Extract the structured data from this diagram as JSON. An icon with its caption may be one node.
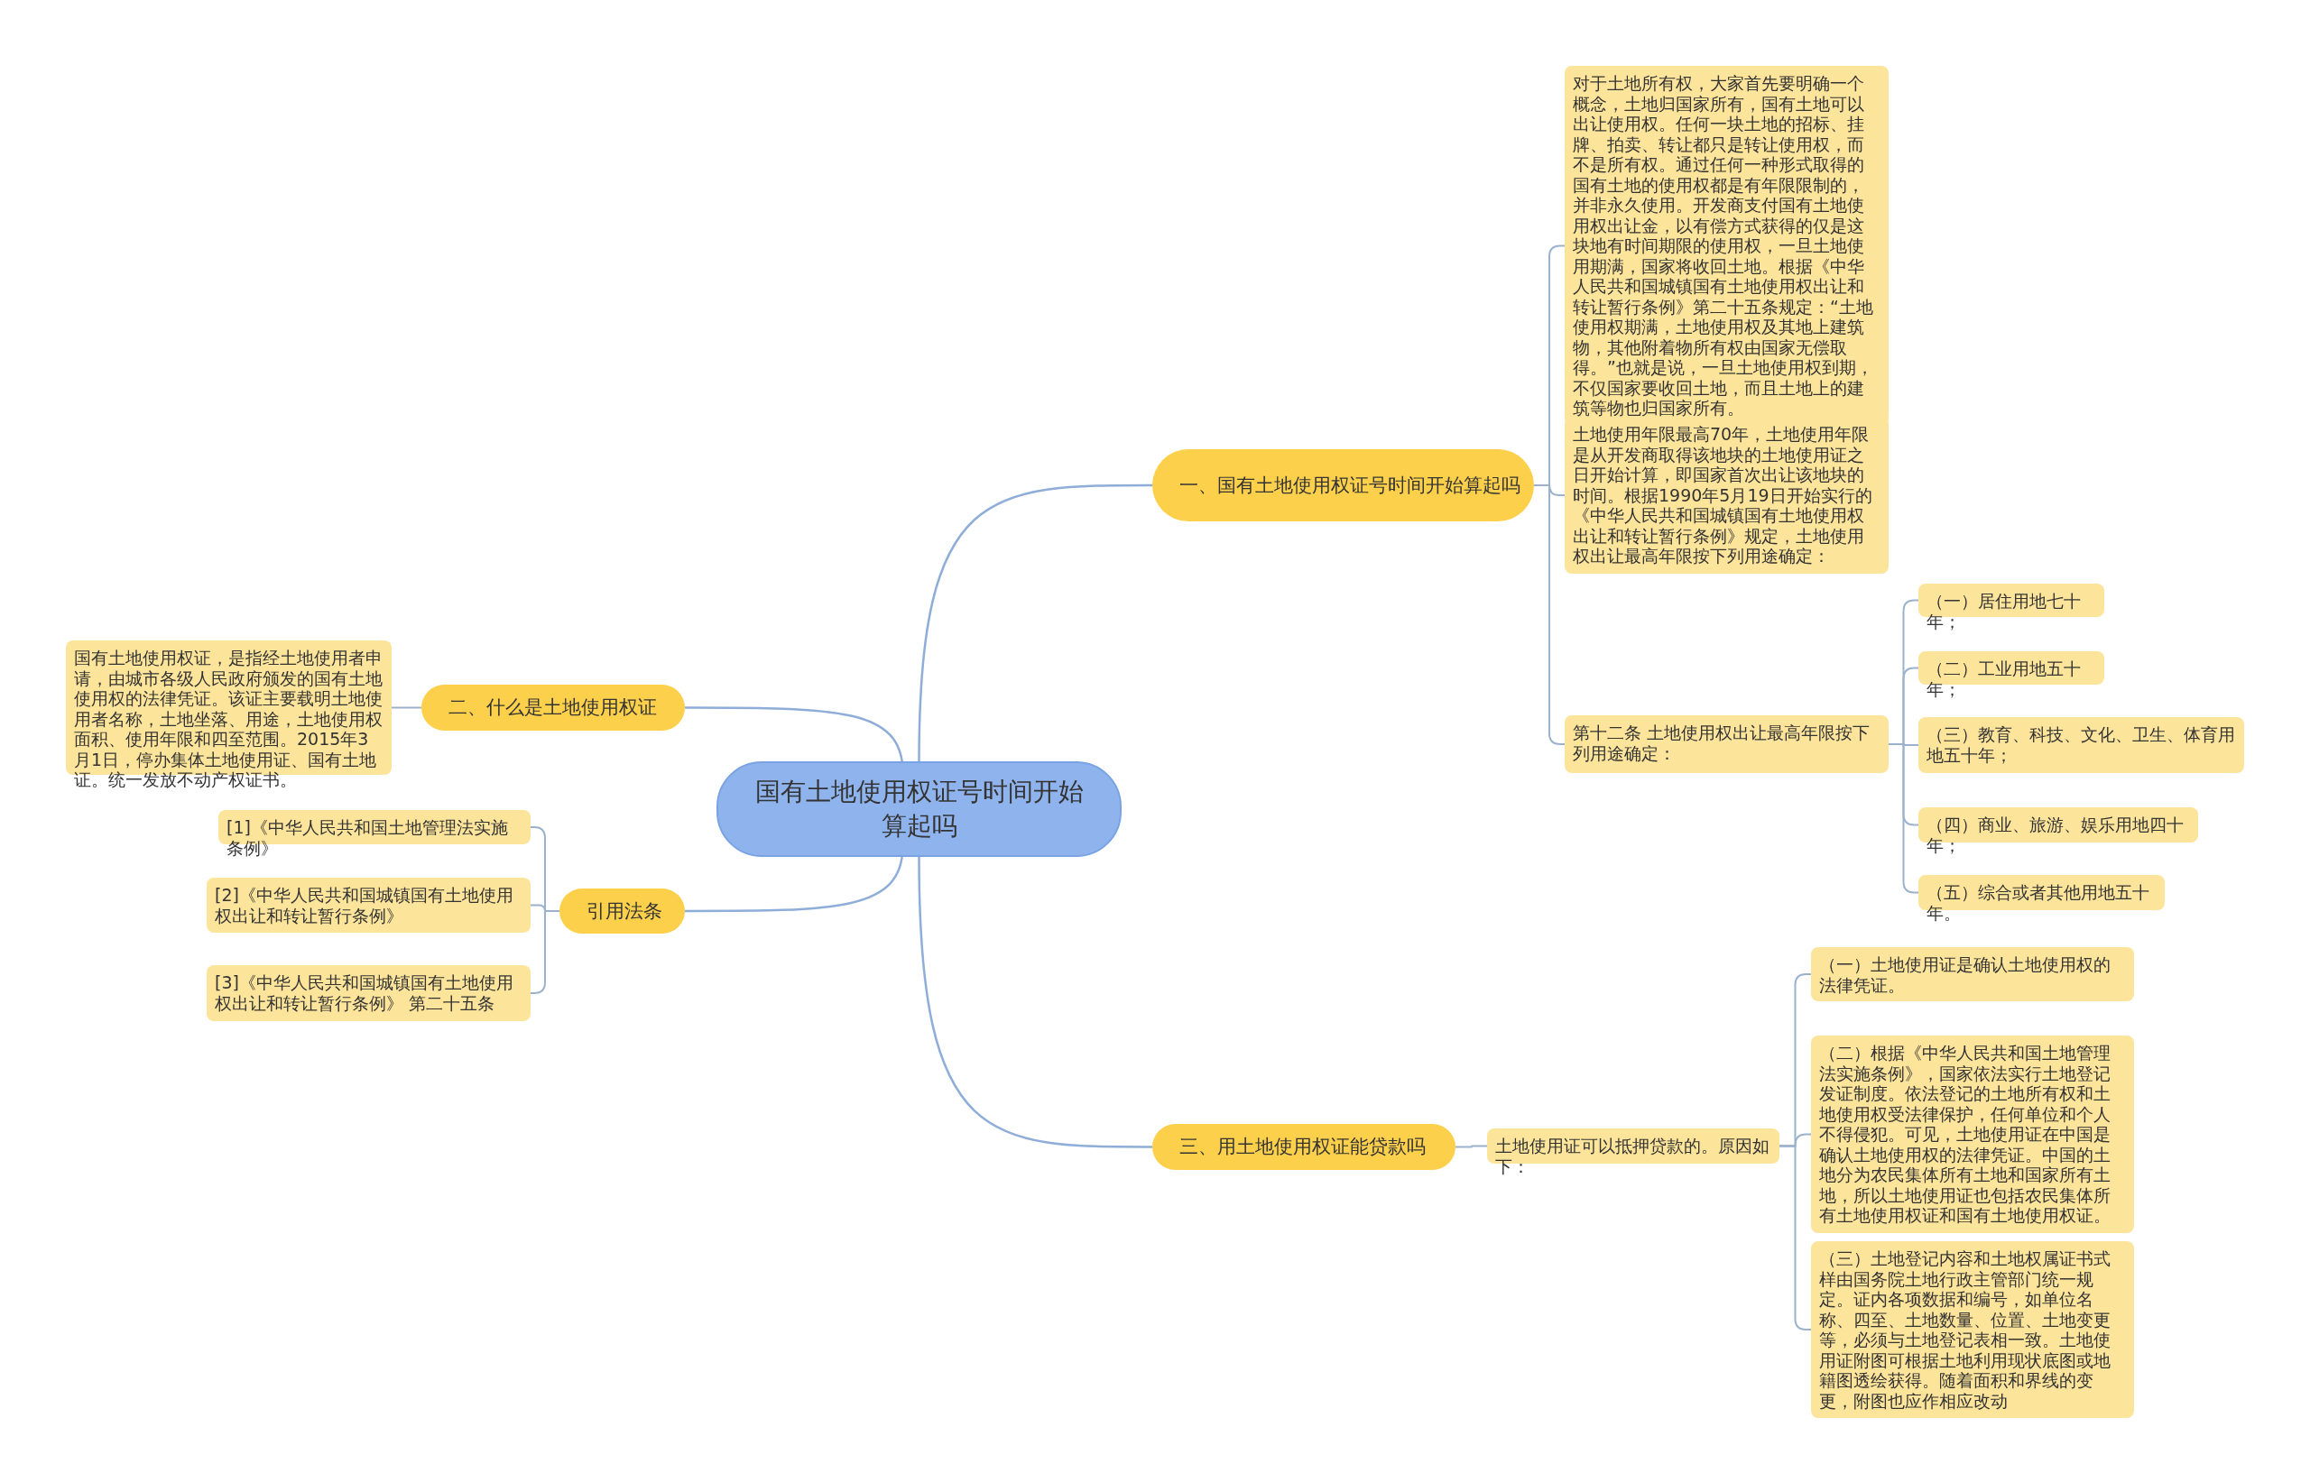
{
  "diagram": {
    "nodes": [
      {
        "text": [
          "国有土地使用权证号时间开始算起吗"
        ]
      },
      {
        "text": [
          "一、国有土地使用权证号时间开始算起吗"
        ]
      },
      {
        "text": [
          "对于土地所有权，大家首先要明确一个概念，土地归国家所有，国有土地可以出让使用权。任何一块土地的招标、挂牌、拍卖、转让都只是转让使用权，而不是所有权。通过任何一种形式取得的国有土地的使用权都是有年限限制的，并非永久使用。开发商支付国有土地使用权出让金，以有偿方式获得的仅是这块地有时间期限的使用权，一旦土地使用期满，国家将收回土地。根据《中华人民共和国城镇国有土地使用权出让和转让暂行条例》第二十五条规定：“土地使用权期满，土地使用权及其地上建筑物，其他附着物所有权由国家无偿取得。”也就是说，一旦土地使用权到期，不仅国家要收回土地，而且土地上的建筑等物也归国家所有。"
        ]
      },
      {
        "text": [
          "土地使用年限最高70年，土地使用年限是从开发商取得该地块的土地使用证之日开始计算，即国家首次出让该地块的时间。根据1990年5月19日开始实行的《中华人民共和国城镇国有土地使用权出让和转让暂行条例》规定，土地使用权出让最高年限按下列用途确定："
        ]
      },
      {
        "text": [
          "第十二条 土地使用权出让最高年限按下列用途确定："
        ]
      },
      {
        "text": [
          "（一）居住用地七十年；"
        ]
      },
      {
        "text": [
          "（二）工业用地五十年；"
        ]
      },
      {
        "text": [
          "（三）教育、科技、文化、卫生、体育用地五十年；"
        ]
      },
      {
        "text": [
          "（四）商业、旅游、娱乐用地四十年；"
        ]
      },
      {
        "text": [
          "（五）综合或者其他用地五十年。"
        ]
      },
      {
        "text": [
          "二、什么是土地使用权证"
        ]
      },
      {
        "text": [
          "国有土地使用权证，是指经土地使用者申请，由城市各级人民政府颁发的国有土地使用权的法律凭证。该证主要载明土地使用者名称，土地坐落、用途，土地使用权面积、使用年限和四至范围。2015年3月1日，停办集体土地使用证、国有土地证。统一发放不动产权证书。"
        ]
      },
      {
        "text": [
          "引用法条"
        ]
      },
      {
        "text": [
          "[1]《中华人民共和国土地管理法实施条例》"
        ]
      },
      {
        "text": [
          "[2]《中华人民共和国城镇国有土地使用权出让和转让暂行条例》"
        ]
      },
      {
        "text": [
          "[3]《中华人民共和国城镇国有土地使用权出让和转让暂行条例》 第二十五条"
        ]
      },
      {
        "text": [
          "三、用土地使用权证能贷款吗"
        ]
      },
      {
        "text": [
          "土地使用证可以抵押贷款的。原因如下："
        ]
      },
      {
        "text": [
          "（一）土地使用证是确认土地使用权的法律凭证。"
        ]
      },
      {
        "text": [
          "（二）根据《中华人民共和国土地管理法实施条例》，国家依法实行土地登记发证制度。依法登记的土地所有权和土地使用权受法律保护，任何单位和个人不得侵犯。可见，土地使用证在中国是确认土地使用权的法律凭证。中国的土地分为农民集体所有土地和国家所有土地，所以土地使用证也包括农民集体所有土地使用权证和国有土地使用权证。"
        ]
      },
      {
        "text": [
          "（三）土地登记内容和土地权属证书式样由国务院土地行政主管部门统一规定。证内各项数据和编号，如单位名称、四至、土地数量、位置、土地变更等，必须与土地登记表相一致。土地使用证附图可根据土地利用现状底图或地籍图透绘获得。随着面积和界线的变更，附图也应作相应改动"
        ]
      }
    ],
    "edges": [
      {
        "from": 0,
        "to": 1,
        "arrow": "none"
      },
      {
        "from": 1,
        "to": 2,
        "arrow": "none"
      },
      {
        "from": 1,
        "to": 3,
        "arrow": "none"
      },
      {
        "from": 1,
        "to": 4,
        "arrow": "none"
      },
      {
        "from": 4,
        "to": 5,
        "arrow": "none"
      },
      {
        "from": 4,
        "to": 6,
        "arrow": "none"
      },
      {
        "from": 4,
        "to": 7,
        "arrow": "none"
      },
      {
        "from": 4,
        "to": 8,
        "arrow": "none"
      },
      {
        "from": 4,
        "to": 9,
        "arrow": "none"
      },
      {
        "from": 0,
        "to": 10,
        "arrow": "none"
      },
      {
        "from": 10,
        "to": 11,
        "arrow": "none"
      },
      {
        "from": 0,
        "to": 12,
        "arrow": "none"
      },
      {
        "from": 12,
        "to": 13,
        "arrow": "none"
      },
      {
        "from": 12,
        "to": 14,
        "arrow": "none"
      },
      {
        "from": 12,
        "to": 15,
        "arrow": "none"
      },
      {
        "from": 0,
        "to": 16,
        "arrow": "none"
      },
      {
        "from": 16,
        "to": 17,
        "arrow": "none"
      },
      {
        "from": 17,
        "to": 18,
        "arrow": "none"
      },
      {
        "from": 17,
        "to": 19,
        "arrow": "none"
      },
      {
        "from": 17,
        "to": 20,
        "arrow": "none"
      }
    ]
  }
}
